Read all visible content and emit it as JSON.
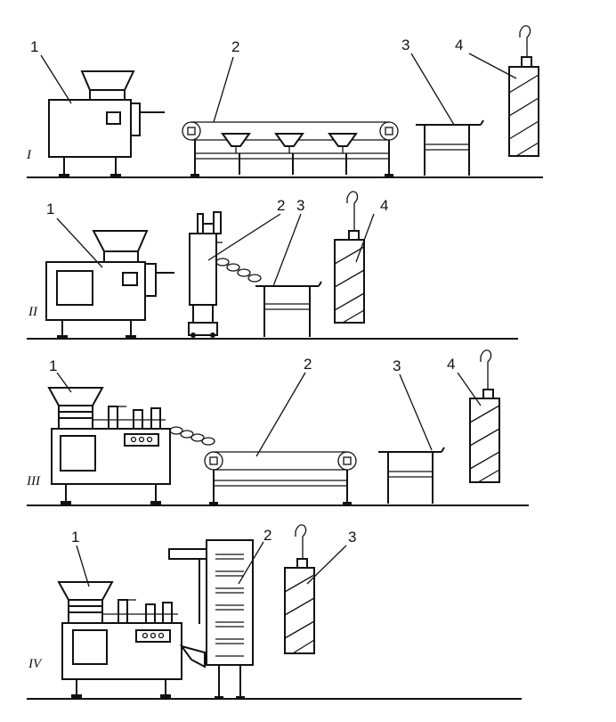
{
  "diagram": {
    "rows": [
      {
        "numeral": "I",
        "callouts": [
          "1",
          "2",
          "3",
          "4"
        ],
        "components": [
          "stuffing-machine",
          "conveyor-with-funnels",
          "table",
          "hanging-sausage-stick"
        ]
      },
      {
        "numeral": "II",
        "callouts": [
          "1",
          "2",
          "3",
          "4"
        ],
        "components": [
          "stuffing-machine",
          "linking-machine",
          "table",
          "hanging-sausage-stick"
        ]
      },
      {
        "numeral": "III",
        "callouts": [
          "1",
          "2",
          "3",
          "4"
        ],
        "components": [
          "automatic-stuffer-linker",
          "belt-conveyor",
          "table",
          "hanging-sausage-stick"
        ]
      },
      {
        "numeral": "IV",
        "callouts": [
          "1",
          "2",
          "3"
        ],
        "components": [
          "automatic-stuffer-linker",
          "hanging-frame-conveyor",
          "hanging-sausage-stick"
        ]
      }
    ],
    "colors": {
      "ink": "#111111",
      "paper": "#ffffff"
    }
  }
}
